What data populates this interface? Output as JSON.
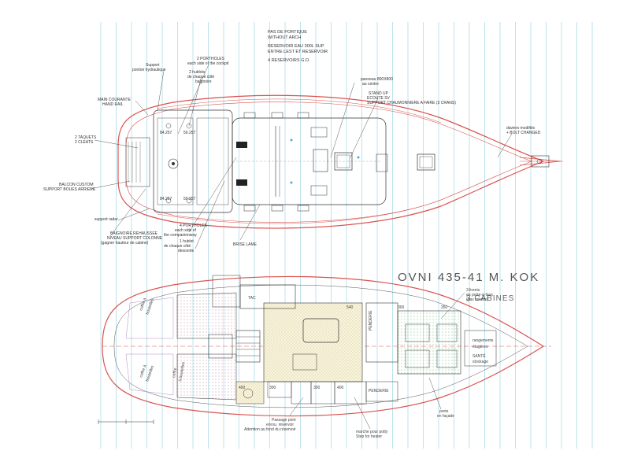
{
  "title": "OVNI 435-41 M. KOK",
  "subtitle": "3 CABINES",
  "notes_top": [
    "PAS DE PORTIQUE",
    "WITHOUT ARCH",
    "RESERVOIR EAU 300L SUP",
    "ENTRE LEST ET RESERVOIR",
    "4 RESERVOIRS G.O."
  ],
  "deck_labels": {
    "support_ponton": [
      "Support",
      "ponton hydraulique"
    ],
    "portholes": [
      "2 PORTHOLES",
      "each side of the cockpit"
    ],
    "hublots": [
      "2 hublots",
      "de chaque côté",
      "baignoire"
    ],
    "main_courante": [
      "MAIN COURANTE",
      "HAND RAIL"
    ],
    "taquets": [
      "2 TAQUETS",
      "2 CLEATS"
    ],
    "balcon": [
      "BALCON CUSTOM",
      "SUPPORT BOUES ARRIERE"
    ],
    "support_radar": "support radar",
    "baignoire": [
      "BAIGNOIRE REHAUSSEE",
      "NIVEAU SUPPORT COLONNE",
      "(gagner hauteur de cabine)"
    ],
    "portholes2": [
      "4 PORTHOLES",
      "each side of",
      "the companionway"
    ],
    "hublot": [
      "1 hublot",
      "de chaque côté",
      "descente"
    ],
    "brise_lame": "BRISE LAME",
    "panneau": [
      "panneau 800X800",
      "au centre"
    ],
    "stand_up": [
      "STAND UP",
      "ECOUTE SV",
      "SUPPORT CHAUMONNIERE A FAIRE (3 CRANS)"
    ],
    "daviers": [
      "daviers modifiés",
      "+ BOLT CHANGED"
    ],
    "hatch_sizes": [
      "84.257",
      "50.257",
      "84.257",
      "50.257"
    ]
  },
  "interior_labels": {
    "tac": "TAC",
    "coffre_a": [
      "coffre à",
      "bouteilles"
    ],
    "coffre_b": [
      "coffre à",
      "bouteilles"
    ],
    "coffre_c": [
      "coffre",
      "à bouteilles"
    ],
    "penderie": "PENDERIE",
    "penderie2": "PENDERIE",
    "rangements": "rangements",
    "etageres": "étagères",
    "sanitaire": [
      "SANTÉ",
      "stockage"
    ],
    "portes_lits": [
      "3 livrets",
      "en porte-à-faux",
      "(pas toilette)"
    ],
    "porte_facade": [
      "porte",
      "en façade"
    ],
    "marche": [
      "marche pour potty",
      "Step for heater"
    ],
    "passage": [
      "Passage pont",
      "enrou. réservoir",
      "Attention au fond du réservoir"
    ],
    "dims": [
      "400",
      "300",
      "300",
      "400",
      "540",
      "300",
      "350"
    ]
  },
  "colors": {
    "outline": "#d9534f",
    "grid": "#8fd1e0",
    "ink": "#333333",
    "hatch": "#e8a0c8",
    "dots": "#9ad7a0"
  }
}
